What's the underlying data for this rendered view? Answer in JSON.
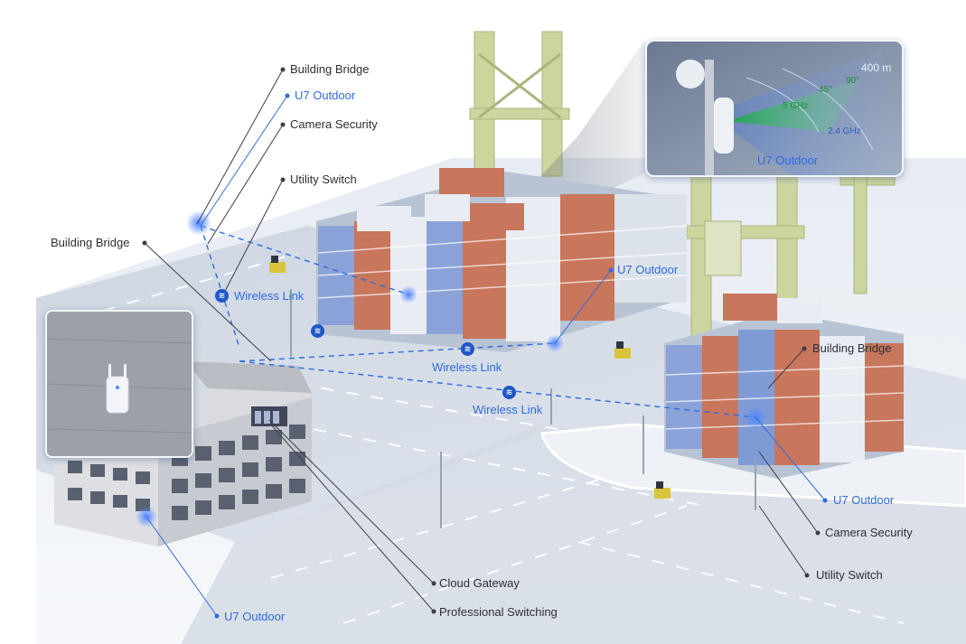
{
  "labels": {
    "building_bridge_top": "Building Bridge",
    "u7_outdoor_top": "U7 Outdoor",
    "camera_security_top": "Camera Security",
    "utility_switch_top": "Utility Switch",
    "building_bridge_left": "Building Bridge",
    "wireless_link_1": "Wireless Link",
    "wireless_link_2": "Wireless Link",
    "wireless_link_3": "Wireless Link",
    "u7_outdoor_mid": "U7 Outdoor",
    "building_bridge_right": "Building Bridge",
    "u7_outdoor_right": "U7 Outdoor",
    "camera_security_right": "Camera Security",
    "utility_switch_right": "Utility Switch",
    "cloud_gateway": "Cloud Gateway",
    "professional_switching": "Professional Switching",
    "u7_outdoor_bottom": "U7 Outdoor"
  },
  "inset": {
    "distance": "400 m",
    "angle_90": "90°",
    "angle_45": "45°",
    "band_5": "5 GHz",
    "band_24": "2.4 GHz",
    "device": "U7 Outdoor"
  },
  "colors": {
    "accent_blue": "#2f6bde",
    "label_dark": "#2b2f36",
    "container_orange": "#c8765c",
    "container_blue": "#7f9bd6",
    "container_white": "#e9edf3",
    "crane_green": "#c9d39a",
    "ground": "#dfe5ee"
  }
}
